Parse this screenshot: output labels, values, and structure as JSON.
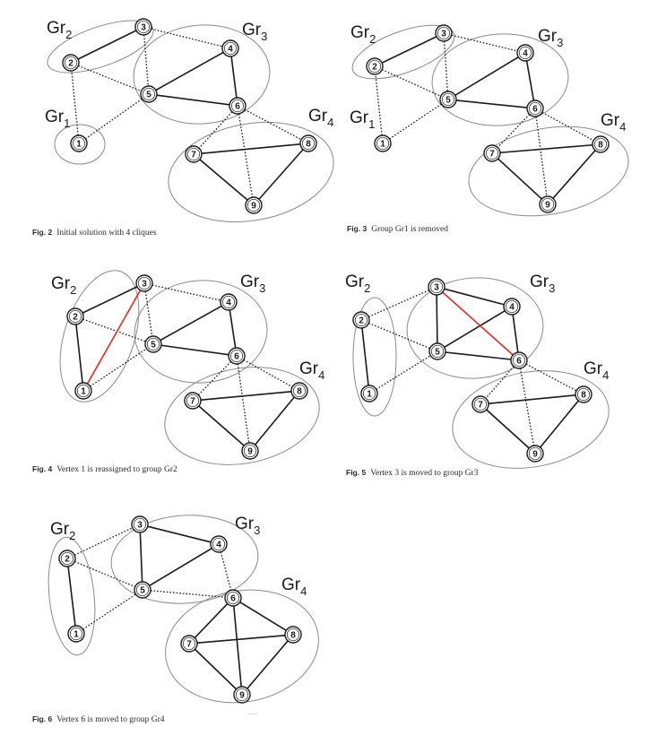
{
  "figures": [
    {
      "id": "fig2",
      "caption_label": "Fig. 2",
      "caption_text": "Initial solution with 4 cliques",
      "groups": [
        {
          "name": "Gr",
          "sub": "2"
        },
        {
          "name": "Gr",
          "sub": "3"
        },
        {
          "name": "Gr",
          "sub": "1"
        },
        {
          "name": "Gr",
          "sub": "4"
        }
      ],
      "nodes": [
        "1",
        "2",
        "3",
        "4",
        "5",
        "6",
        "7",
        "8",
        "9"
      ],
      "solid_edges": [
        [
          "2",
          "3"
        ],
        [
          "4",
          "5"
        ],
        [
          "4",
          "6"
        ],
        [
          "5",
          "6"
        ],
        [
          "7",
          "8"
        ],
        [
          "7",
          "9"
        ],
        [
          "8",
          "9"
        ]
      ],
      "dotted_edges": [
        [
          "1",
          "2"
        ],
        [
          "1",
          "5"
        ],
        [
          "2",
          "5"
        ],
        [
          "3",
          "4"
        ],
        [
          "3",
          "5"
        ],
        [
          "6",
          "7"
        ],
        [
          "6",
          "8"
        ],
        [
          "6",
          "9"
        ],
        [
          "7",
          "9"
        ]
      ],
      "red_edges": []
    },
    {
      "id": "fig3",
      "caption_label": "Fig. 3",
      "caption_text": "Group Gr1 is removed",
      "groups": [
        {
          "name": "Gr",
          "sub": "2"
        },
        {
          "name": "Gr",
          "sub": "3"
        },
        {
          "name": "Gr",
          "sub": "1"
        },
        {
          "name": "Gr",
          "sub": "4"
        }
      ],
      "nodes": [
        "1",
        "2",
        "3",
        "4",
        "5",
        "6",
        "7",
        "8",
        "9"
      ],
      "solid_edges": [
        [
          "2",
          "3"
        ],
        [
          "4",
          "5"
        ],
        [
          "4",
          "6"
        ],
        [
          "5",
          "6"
        ],
        [
          "7",
          "8"
        ],
        [
          "7",
          "9"
        ],
        [
          "8",
          "9"
        ]
      ],
      "dotted_edges": [
        [
          "1",
          "2"
        ],
        [
          "1",
          "5"
        ],
        [
          "2",
          "5"
        ],
        [
          "3",
          "4"
        ],
        [
          "3",
          "5"
        ],
        [
          "6",
          "7"
        ],
        [
          "6",
          "8"
        ],
        [
          "6",
          "9"
        ],
        [
          "7",
          "9"
        ]
      ],
      "red_edges": []
    },
    {
      "id": "fig4",
      "caption_label": "Fig. 4",
      "caption_text": "Vertex 1 is reassigned to group Gr2",
      "groups": [
        {
          "name": "Gr",
          "sub": "2"
        },
        {
          "name": "Gr",
          "sub": "3"
        },
        {
          "name": "Gr",
          "sub": "4"
        }
      ],
      "nodes": [
        "1",
        "2",
        "3",
        "4",
        "5",
        "6",
        "7",
        "8",
        "9"
      ],
      "solid_edges": [
        [
          "1",
          "2"
        ],
        [
          "2",
          "3"
        ],
        [
          "4",
          "5"
        ],
        [
          "4",
          "6"
        ],
        [
          "5",
          "6"
        ],
        [
          "7",
          "8"
        ],
        [
          "7",
          "9"
        ],
        [
          "8",
          "9"
        ]
      ],
      "dotted_edges": [
        [
          "1",
          "5"
        ],
        [
          "2",
          "5"
        ],
        [
          "3",
          "4"
        ],
        [
          "3",
          "5"
        ],
        [
          "6",
          "7"
        ],
        [
          "6",
          "8"
        ],
        [
          "6",
          "9"
        ],
        [
          "7",
          "9"
        ]
      ],
      "red_edges": [
        [
          "1",
          "3"
        ]
      ]
    },
    {
      "id": "fig5",
      "caption_label": "Fig. 5",
      "caption_text": "Vertex 3 is moved to group Gr3",
      "groups": [
        {
          "name": "Gr",
          "sub": "2"
        },
        {
          "name": "Gr",
          "sub": "3"
        },
        {
          "name": "Gr",
          "sub": "4"
        }
      ],
      "nodes": [
        "1",
        "2",
        "3",
        "4",
        "5",
        "6",
        "7",
        "8",
        "9"
      ],
      "solid_edges": [
        [
          "1",
          "2"
        ],
        [
          "3",
          "4"
        ],
        [
          "3",
          "5"
        ],
        [
          "4",
          "5"
        ],
        [
          "4",
          "6"
        ],
        [
          "5",
          "6"
        ],
        [
          "7",
          "8"
        ],
        [
          "7",
          "9"
        ],
        [
          "8",
          "9"
        ]
      ],
      "dotted_edges": [
        [
          "1",
          "5"
        ],
        [
          "2",
          "3"
        ],
        [
          "2",
          "5"
        ],
        [
          "6",
          "7"
        ],
        [
          "6",
          "8"
        ],
        [
          "6",
          "9"
        ],
        [
          "7",
          "9"
        ]
      ],
      "red_edges": [
        [
          "3",
          "6"
        ]
      ]
    },
    {
      "id": "fig6",
      "caption_label": "Fig. 6",
      "caption_text": "Vertex 6 is moved to group Gr4",
      "groups": [
        {
          "name": "Gr",
          "sub": "2"
        },
        {
          "name": "Gr",
          "sub": "3"
        },
        {
          "name": "Gr",
          "sub": "4"
        }
      ],
      "nodes": [
        "1",
        "2",
        "3",
        "4",
        "5",
        "6",
        "7",
        "8",
        "9"
      ],
      "solid_edges": [
        [
          "1",
          "2"
        ],
        [
          "3",
          "4"
        ],
        [
          "3",
          "5"
        ],
        [
          "4",
          "5"
        ],
        [
          "6",
          "7"
        ],
        [
          "6",
          "8"
        ],
        [
          "6",
          "9"
        ],
        [
          "7",
          "8"
        ],
        [
          "7",
          "9"
        ],
        [
          "8",
          "9"
        ]
      ],
      "dotted_edges": [
        [
          "1",
          "5"
        ],
        [
          "2",
          "3"
        ],
        [
          "2",
          "5"
        ],
        [
          "4",
          "6"
        ],
        [
          "5",
          "6"
        ]
      ],
      "red_edges": []
    }
  ],
  "colors": {
    "stroke": "#1a1a1a",
    "ellipse": "#8a8a8a",
    "red_edge": "#e8281e",
    "caption_text": "#2a2a2a"
  },
  "footer_mark": "——"
}
